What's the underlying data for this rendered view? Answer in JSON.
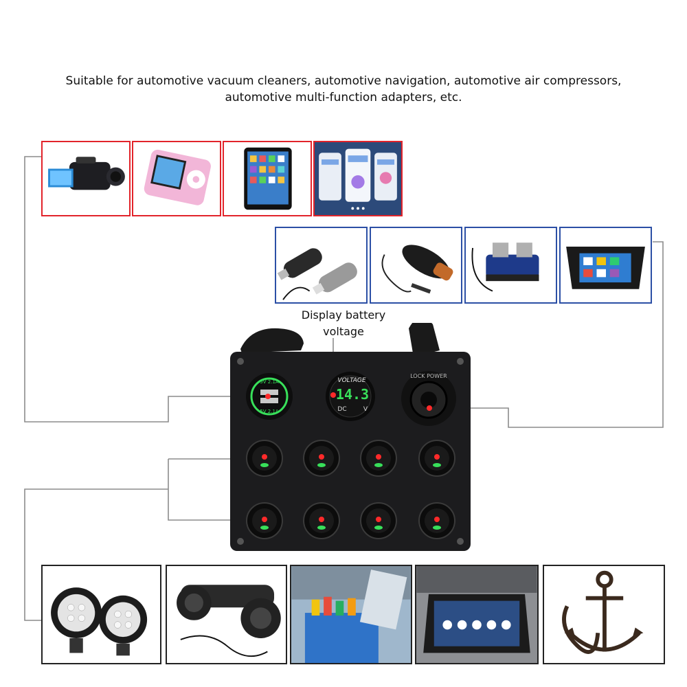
{
  "caption": {
    "line1": "Suitable for automotive vacuum cleaners, automotive navigation, automotive air compressors,",
    "line2": "automotive multi-function adapters, etc."
  },
  "callout": {
    "line1": "Display battery",
    "line2": "voltage"
  },
  "panel": {
    "usb_top_label": "5V 2.1A",
    "usb_bottom_label": "5V 2.1A",
    "voltmeter_title": "VOLTAGE",
    "voltmeter_reading": "14.3",
    "voltmeter_unit_left": "DC",
    "voltmeter_unit_right": "V",
    "socket_ring_text": "LOCK POWER",
    "switch_rows": 2,
    "switch_cols": 4
  },
  "images": {
    "top_row": [
      "camcorder-image",
      "media-player-image",
      "tablet-image",
      "smartphones-image"
    ],
    "middle_row": [
      "car-charger-image",
      "car-vacuum-image",
      "air-compressor-image",
      "car-navigation-image"
    ],
    "bottom_row": [
      "work-lights-image",
      "speaker-image",
      "car-cooler-image",
      "roof-monitor-image",
      "anchor-image"
    ]
  },
  "colors": {
    "panel": "#1c1c1e",
    "led_green": "#38e05a",
    "led_red": "#ff2a2a",
    "leader_line": "#8c8c8c",
    "frame_red": "#e2232a",
    "frame_blue": "#2b4fa5"
  }
}
